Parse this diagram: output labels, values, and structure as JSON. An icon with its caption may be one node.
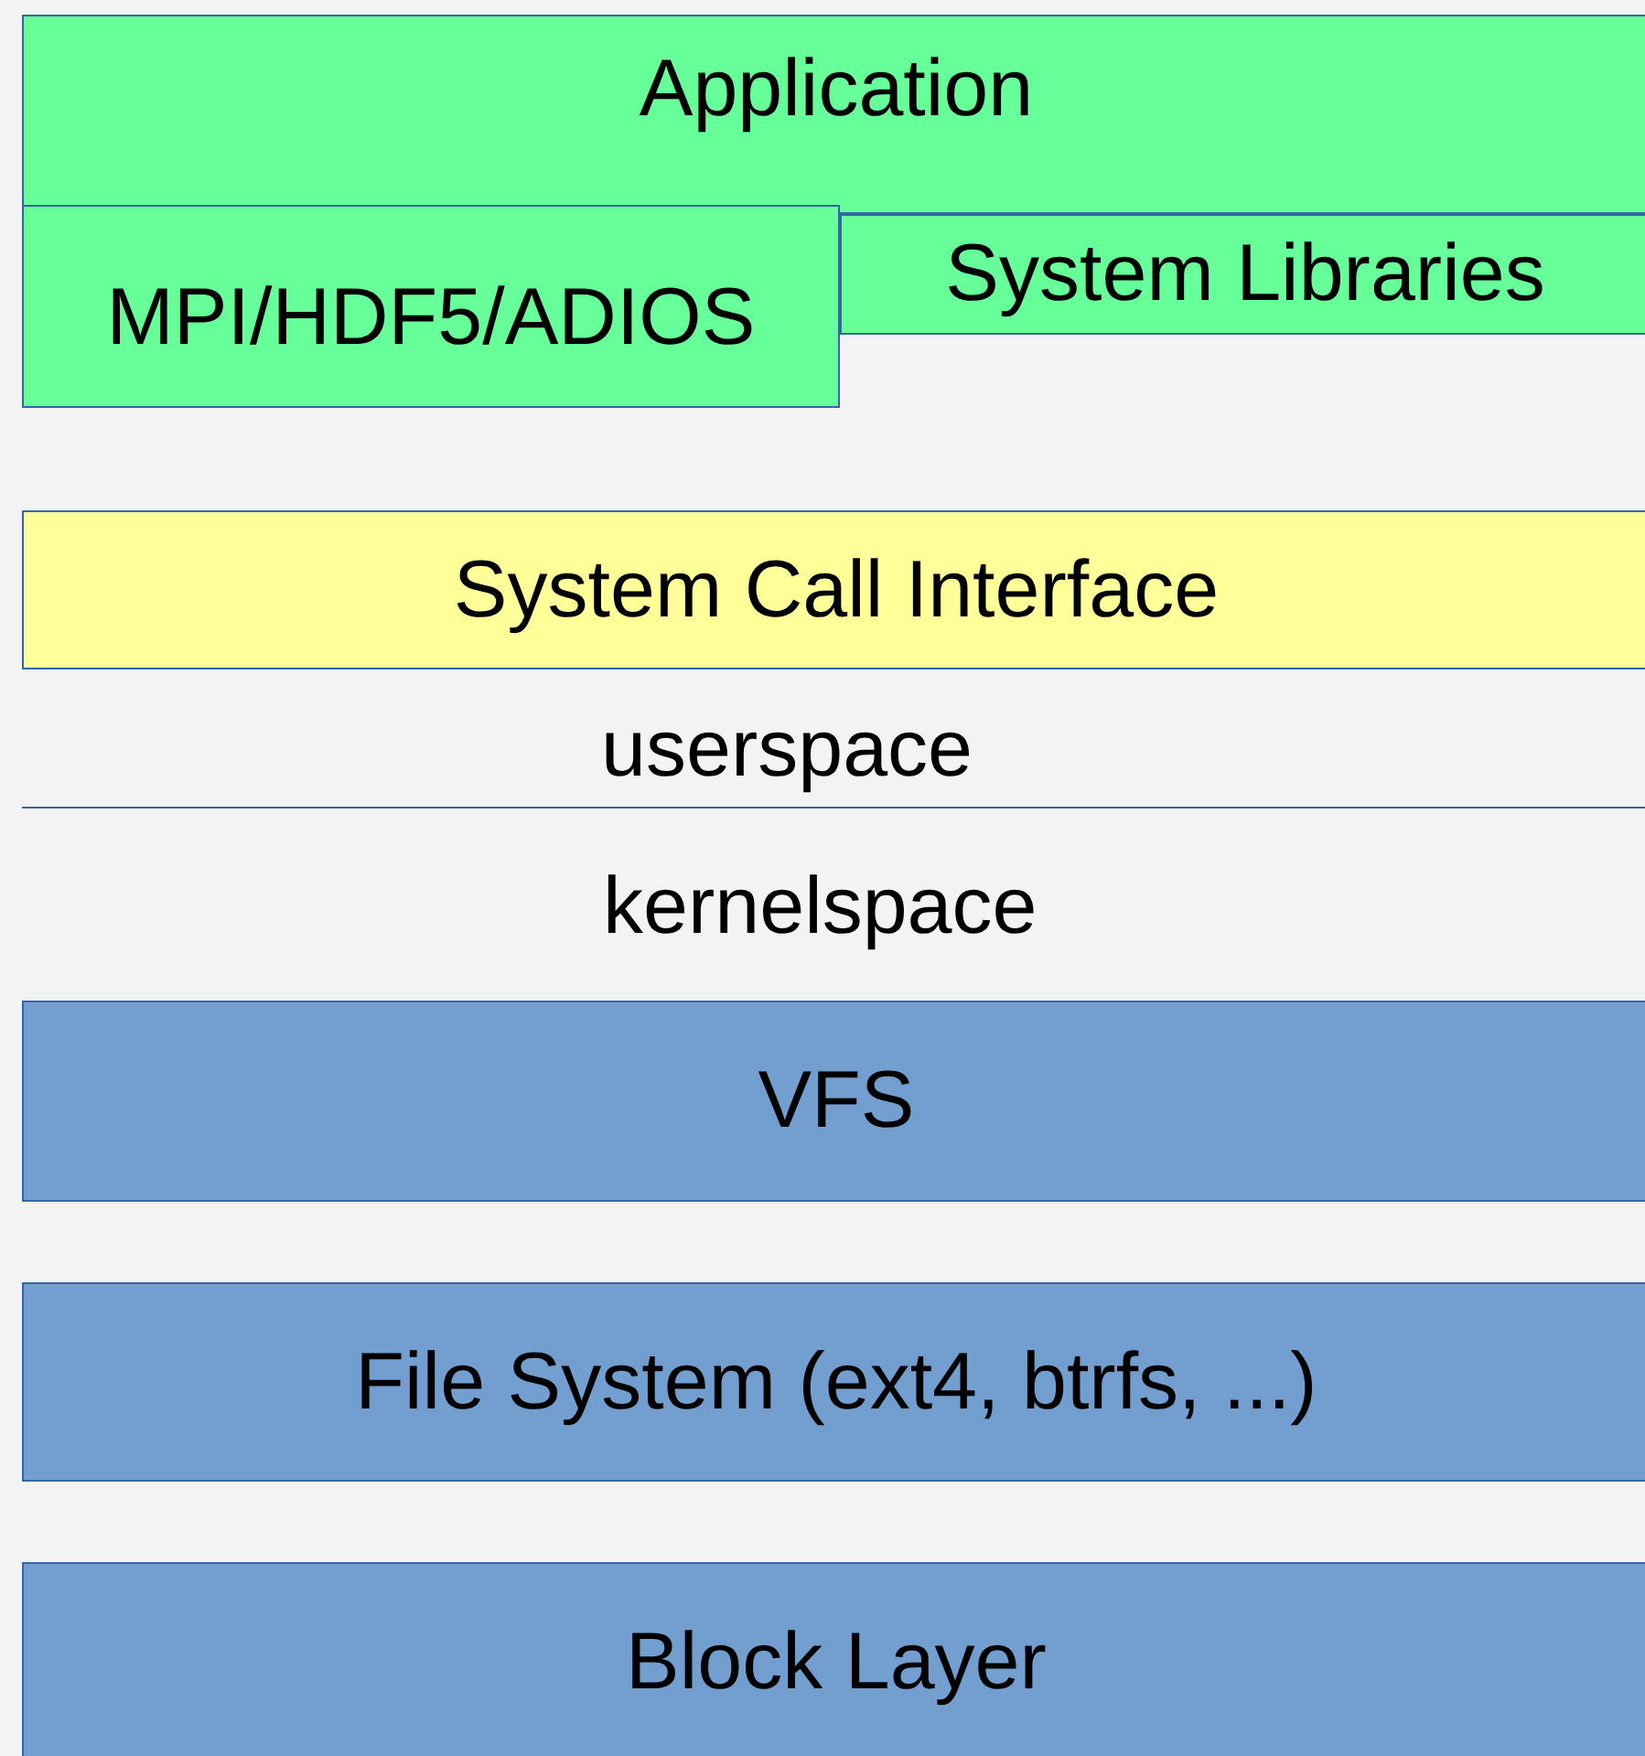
{
  "diagram": {
    "nodes": [
      {
        "text": [
          "Application"
        ]
      },
      {
        "text": [
          "MPI/HDF5/ADIOS"
        ]
      },
      {
        "text": [
          "System Libraries"
        ]
      },
      {
        "text": [
          "System Call Interface"
        ]
      },
      {
        "text": [
          "VFS"
        ]
      },
      {
        "text": [
          "File System (ext4, btrfs, ...)"
        ]
      },
      {
        "text": [
          "Block Layer"
        ]
      }
    ],
    "labels": [
      "userspace",
      "kernelspace"
    ]
  }
}
